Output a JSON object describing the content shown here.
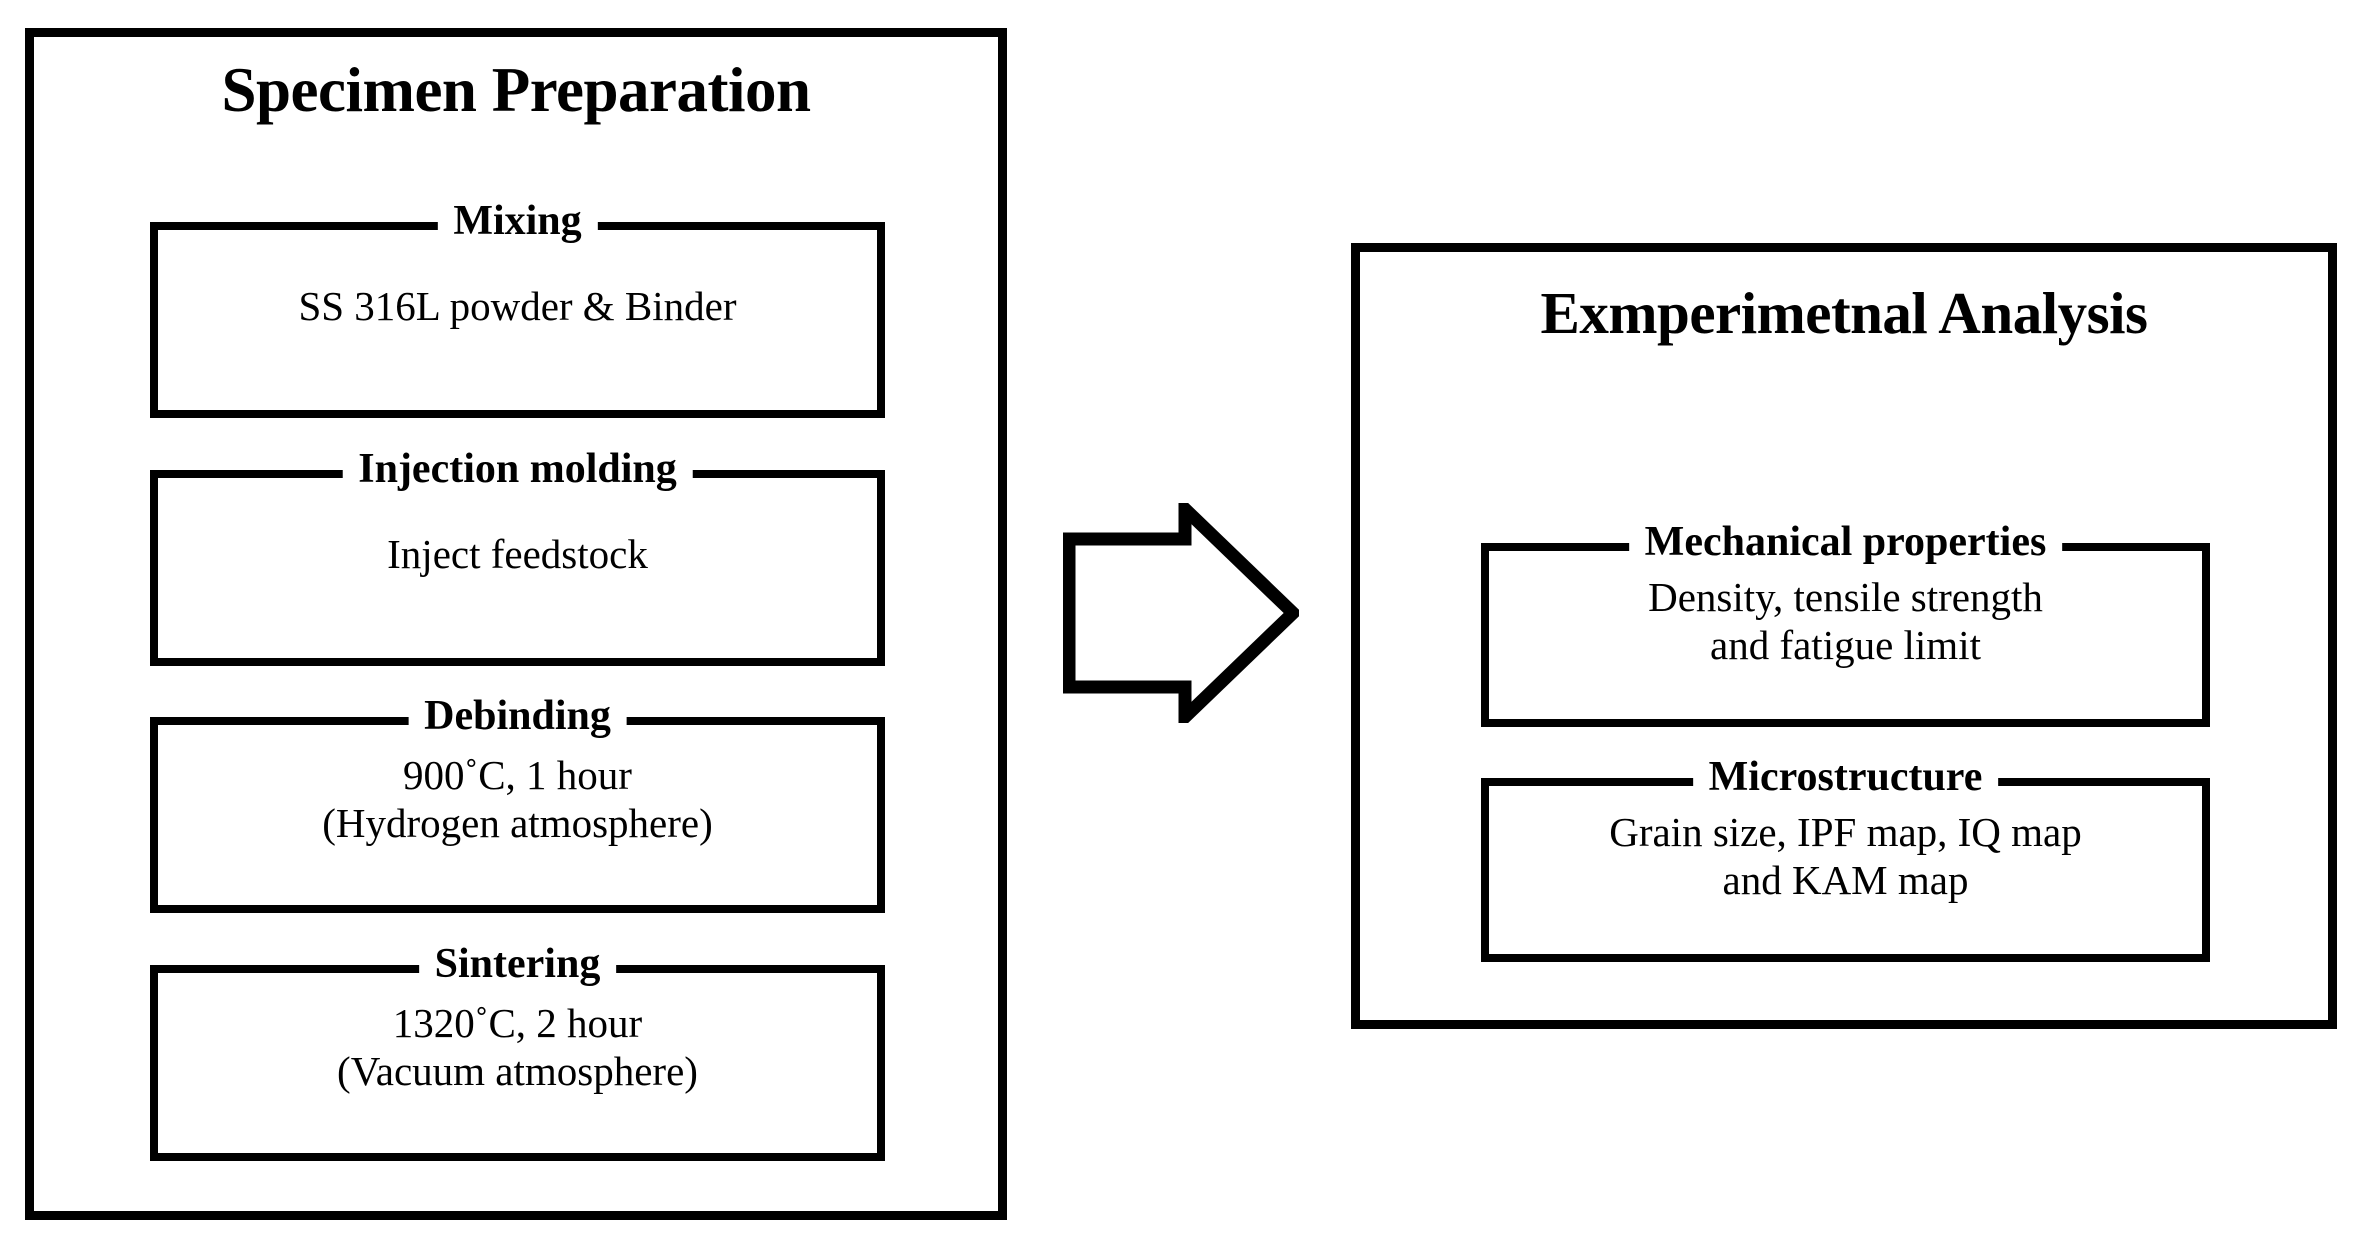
{
  "diagram": {
    "type": "process-flowchart",
    "panels": [
      {
        "id": "specimen-preparation",
        "title": "Specimen Preparation",
        "steps": [
          {
            "legend": "Mixing",
            "body": "SS 316L powder & Binder"
          },
          {
            "legend": "Injection molding",
            "body": "Inject feedstock"
          },
          {
            "legend": "Debinding",
            "body": "900˚C, 1 hour\n(Hydrogen atmosphere)"
          },
          {
            "legend": "Sintering",
            "body": "1320˚C, 2 hour\n(Vacuum atmosphere)"
          }
        ]
      },
      {
        "id": "experimental-analysis",
        "title": "Exmperimetnal Analysis",
        "steps": [
          {
            "legend": "Mechanical properties",
            "body": "Density, tensile strength\nand fatigue limit"
          },
          {
            "legend": "Microstructure",
            "body": "Grain size, IPF map, IQ map\nand KAM map"
          }
        ]
      }
    ],
    "connector": {
      "name": "right-arrow-icon",
      "direction": "right",
      "from": "specimen-preparation",
      "to": "experimental-analysis"
    },
    "colors": {
      "stroke": "#000000",
      "fill": "#ffffff",
      "text": "#000000"
    }
  }
}
